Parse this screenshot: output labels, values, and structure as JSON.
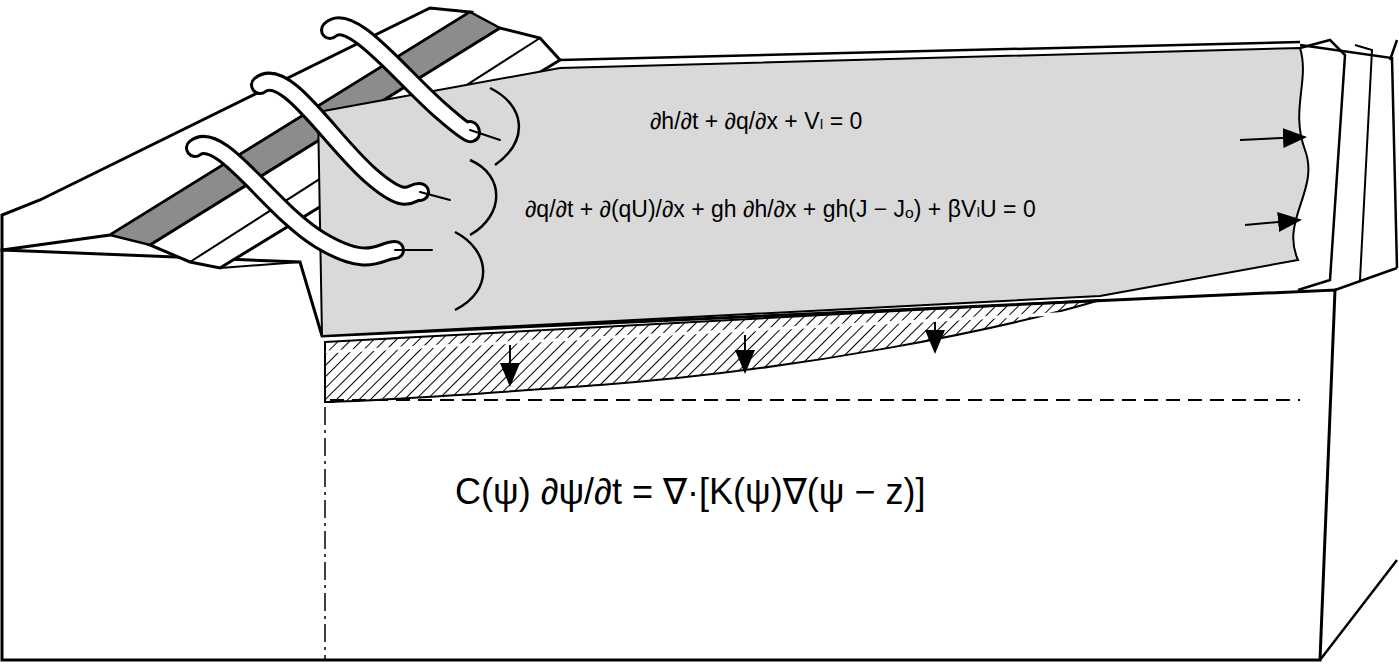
{
  "diagram": {
    "labels": [
      "∂h/∂t + ∂q/∂x + Vₗ = 0",
      "∂q/∂t + ∂(qU)/∂x + gh ∂h/∂x + gh(J − Jₒ) + βVₗU = 0",
      "C(ψ) ∂ψ/∂t = ∇·[K(ψ)∇(ψ − z)]"
    ]
  }
}
